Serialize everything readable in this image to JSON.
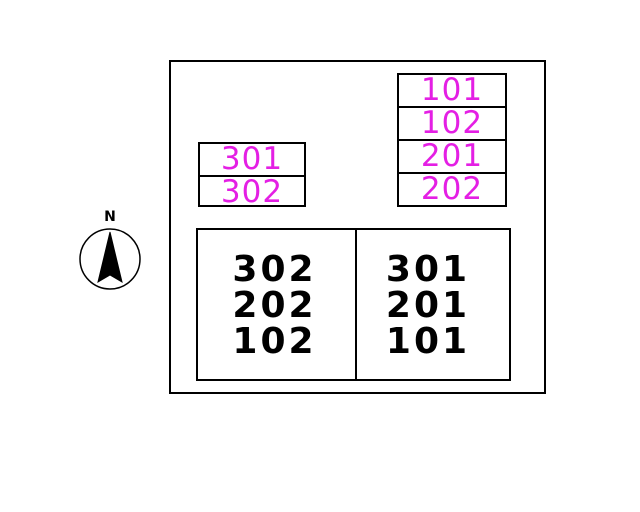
{
  "colors": {
    "mailbox_text": "#e41fe4",
    "building_text": "#000000",
    "outline": "#000000"
  },
  "compass": {
    "label": "N",
    "icon": "north-arrow-icon"
  },
  "mailboxes_left": [
    "301",
    "302"
  ],
  "mailboxes_right": [
    "101",
    "102",
    "201",
    "202"
  ],
  "building": {
    "left_column": [
      "302",
      "202",
      "102"
    ],
    "right_column": [
      "301",
      "201",
      "101"
    ]
  }
}
